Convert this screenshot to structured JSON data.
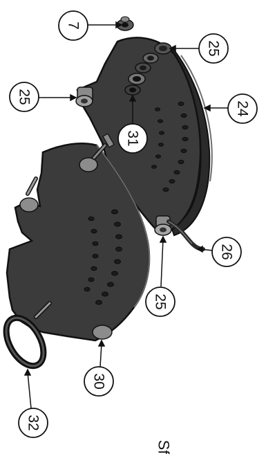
{
  "diagram": {
    "parts": [
      {
        "id": "nut",
        "name": "nut-part"
      },
      {
        "id": "rear-plate",
        "name": "rear-plate-part"
      },
      {
        "id": "front-plate",
        "name": "front-plate-part"
      },
      {
        "id": "handle-ring",
        "name": "handle-ring-part"
      },
      {
        "id": "spring-wire",
        "name": "spring-wire-part"
      }
    ],
    "callouts": [
      {
        "label": "7",
        "name": "callout-7"
      },
      {
        "label": "25",
        "name": "callout-25-top-right"
      },
      {
        "label": "25",
        "name": "callout-25-left"
      },
      {
        "label": "31",
        "name": "callout-31"
      },
      {
        "label": "24",
        "name": "callout-24"
      },
      {
        "label": "26",
        "name": "callout-26"
      },
      {
        "label": "25",
        "name": "callout-25-bottom"
      },
      {
        "label": "30",
        "name": "callout-30"
      },
      {
        "label": "32",
        "name": "callout-32"
      }
    ],
    "corner_text": "Sf"
  },
  "colors": {
    "plate": "#3b3b3b",
    "plate_edge": "#1a1a1a",
    "highlight": "#8a8a8a",
    "hole": "#1c1c1c",
    "line": "#111111",
    "background": "#ffffff"
  }
}
